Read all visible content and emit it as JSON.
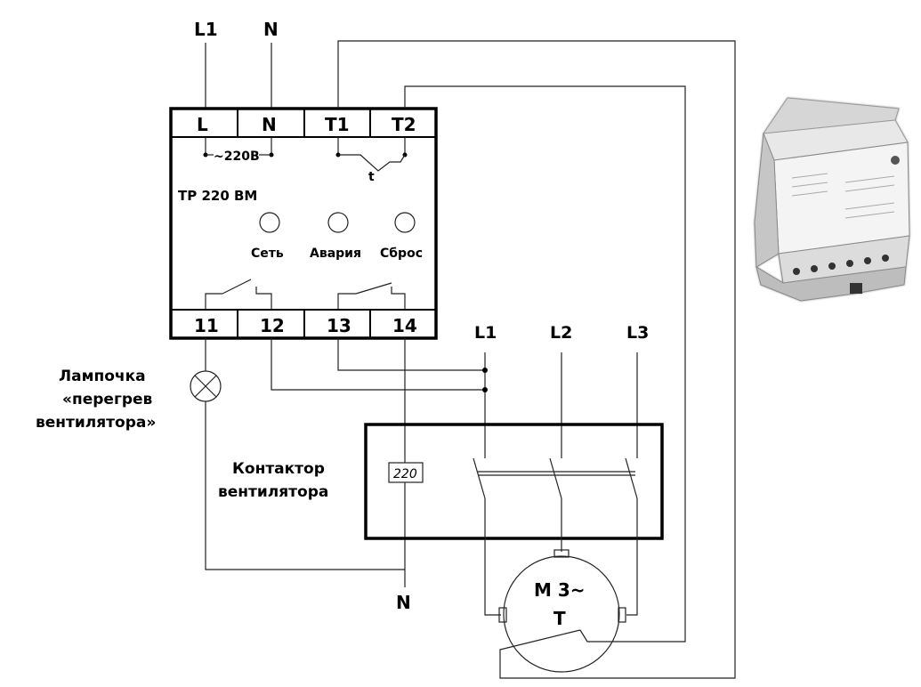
{
  "supply": {
    "l1": "L1",
    "n": "N"
  },
  "relay": {
    "model": "ТР 220 ВМ",
    "top_terminals": [
      "L",
      "N",
      "T1",
      "T2"
    ],
    "bottom_terminals": [
      "11",
      "12",
      "13",
      "14"
    ],
    "voltage": "~220В",
    "timer_symbol": "t",
    "indicators": [
      "Сеть",
      "Авария",
      "Сброс"
    ]
  },
  "three_phase": {
    "labels": [
      "L1",
      "L2",
      "L3"
    ]
  },
  "lamp": {
    "line1": "Лампочка",
    "line2": "«перегрев",
    "line3": "вентилятора»"
  },
  "contactor": {
    "line1": "Контактор",
    "line2": "вентилятора",
    "coil_voltage": "220"
  },
  "neutral_bottom": "N",
  "motor": {
    "label": "M 3~",
    "thermal": "T"
  }
}
